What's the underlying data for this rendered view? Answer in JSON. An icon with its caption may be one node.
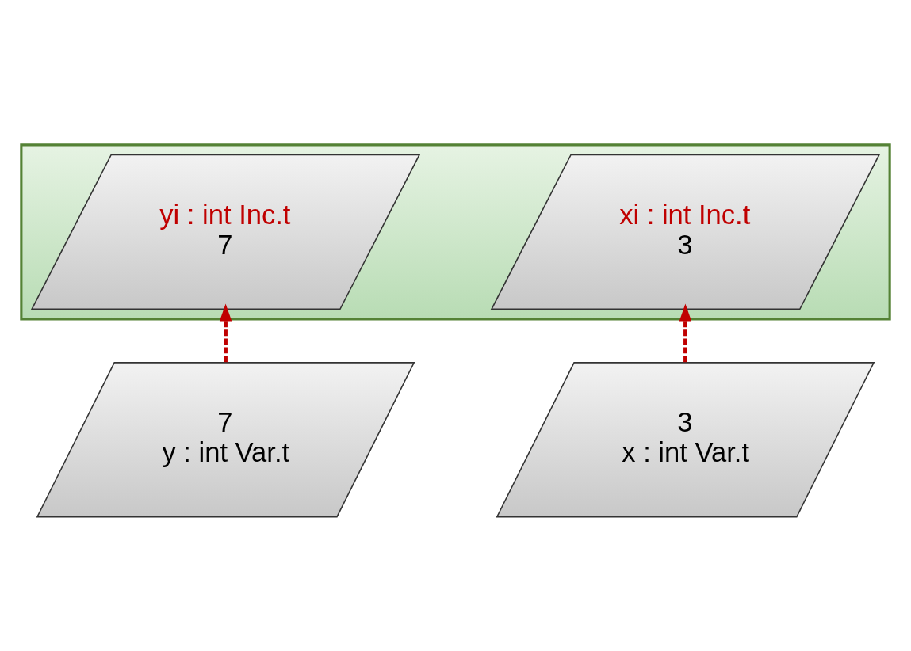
{
  "diagram": {
    "nodes": [
      {
        "text": [],
        "shape": "parallelogram"
      },
      {
        "text": [
          "yi : int Inc.t",
          "7"
        ],
        "in": 0
      },
      {
        "text": [
          "xi : int Inc.t",
          "3"
        ],
        "in": 0
      },
      {
        "text": [
          "7",
          "y : int Var.t"
        ]
      },
      {
        "text": [
          "3",
          "x : int Var.t"
        ]
      }
    ],
    "edges": [
      {
        "from": 4,
        "to": 2,
        "arrow": "to",
        "style": "dashed"
      },
      {
        "from": 3,
        "to": 1,
        "arrow": "to",
        "style": "dashed"
      }
    ]
  }
}
